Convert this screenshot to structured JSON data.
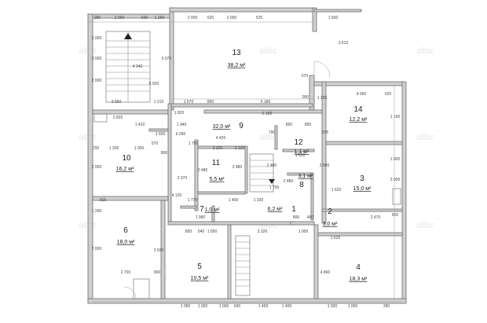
{
  "watermark": "allbc",
  "rooms": [
    {
      "num": "13",
      "area": "38,2 м²"
    },
    {
      "num": "14",
      "area": "12,2 м²"
    },
    {
      "num": "9",
      "area": "32,0 м²"
    },
    {
      "num": "12",
      "area": "1,1 м²"
    },
    {
      "num": "10",
      "area": "16,2 м²"
    },
    {
      "num": "11",
      "area": "5,5 м²"
    },
    {
      "num": "3",
      "area": "15,0 м²"
    },
    {
      "num": "8",
      "area": "3,1 м²"
    },
    {
      "num": "7",
      "area": "1,0 м²"
    },
    {
      "num": "1",
      "area": "6,2 м²"
    },
    {
      "num": "2",
      "area": "3,0 м²"
    },
    {
      "num": "6",
      "area": "18,0 м²"
    },
    {
      "num": "5",
      "area": "10,5 м²"
    },
    {
      "num": "4",
      "area": "18,3 м²"
    }
  ],
  "dims": [
    "280",
    "2 000",
    "630",
    "1 290",
    "2 000",
    "525",
    "2 000",
    "525",
    "1 500",
    "4 240",
    "2 000",
    "3 000",
    "2 000",
    "5 920",
    "5 070",
    "2 560",
    "1 210",
    "1 570",
    "800",
    "5 180",
    "950",
    "570",
    "1 295",
    "4 090",
    "620",
    "3 610",
    "2 820",
    "1 410",
    "1 600",
    "570",
    "1 820",
    "1 940",
    "6 090",
    "4 420",
    "850",
    "790",
    "800",
    "5 180",
    "700",
    "1 200",
    "1 000",
    "2 000",
    "800",
    "1 750",
    "2 200",
    "2 100",
    "2 480",
    "1 630",
    "875",
    "2 690",
    "1 160",
    "1 000",
    "3 000",
    "2 070",
    "2 480",
    "2 480",
    "1 330",
    "2 480",
    "1 620",
    "4 120",
    "1 700",
    "1 770",
    "1 400",
    "800",
    "460",
    "2 470",
    "620",
    "1 980",
    "800",
    "1 000",
    "3 320",
    "1 620",
    "915",
    "1 200",
    "2 000",
    "3 590",
    "540",
    "1 000",
    "4 860",
    "2 700",
    "900",
    "1 090",
    "1 000",
    "1 000",
    "640",
    "1 400",
    "1 000",
    "1 000",
    "390",
    "1 400"
  ]
}
